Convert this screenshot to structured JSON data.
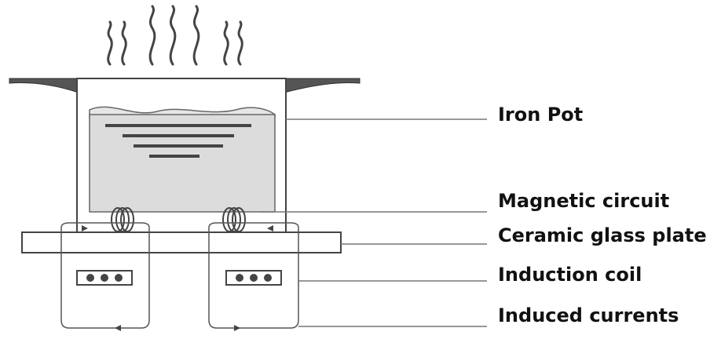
{
  "labels": {
    "iron_pot": "Iron Pot",
    "magnetic_circuit": "Magnetic circuit",
    "ceramic_glass_plate": "Ceramic glass plate",
    "induction_coil": "Induction coil",
    "induced_currents": "Induced currents"
  },
  "colors": {
    "outline": "#444444",
    "pot_rim": "#555555",
    "liquid": "#dcdcdc",
    "leader_line": "#777777",
    "text": "#111111"
  }
}
